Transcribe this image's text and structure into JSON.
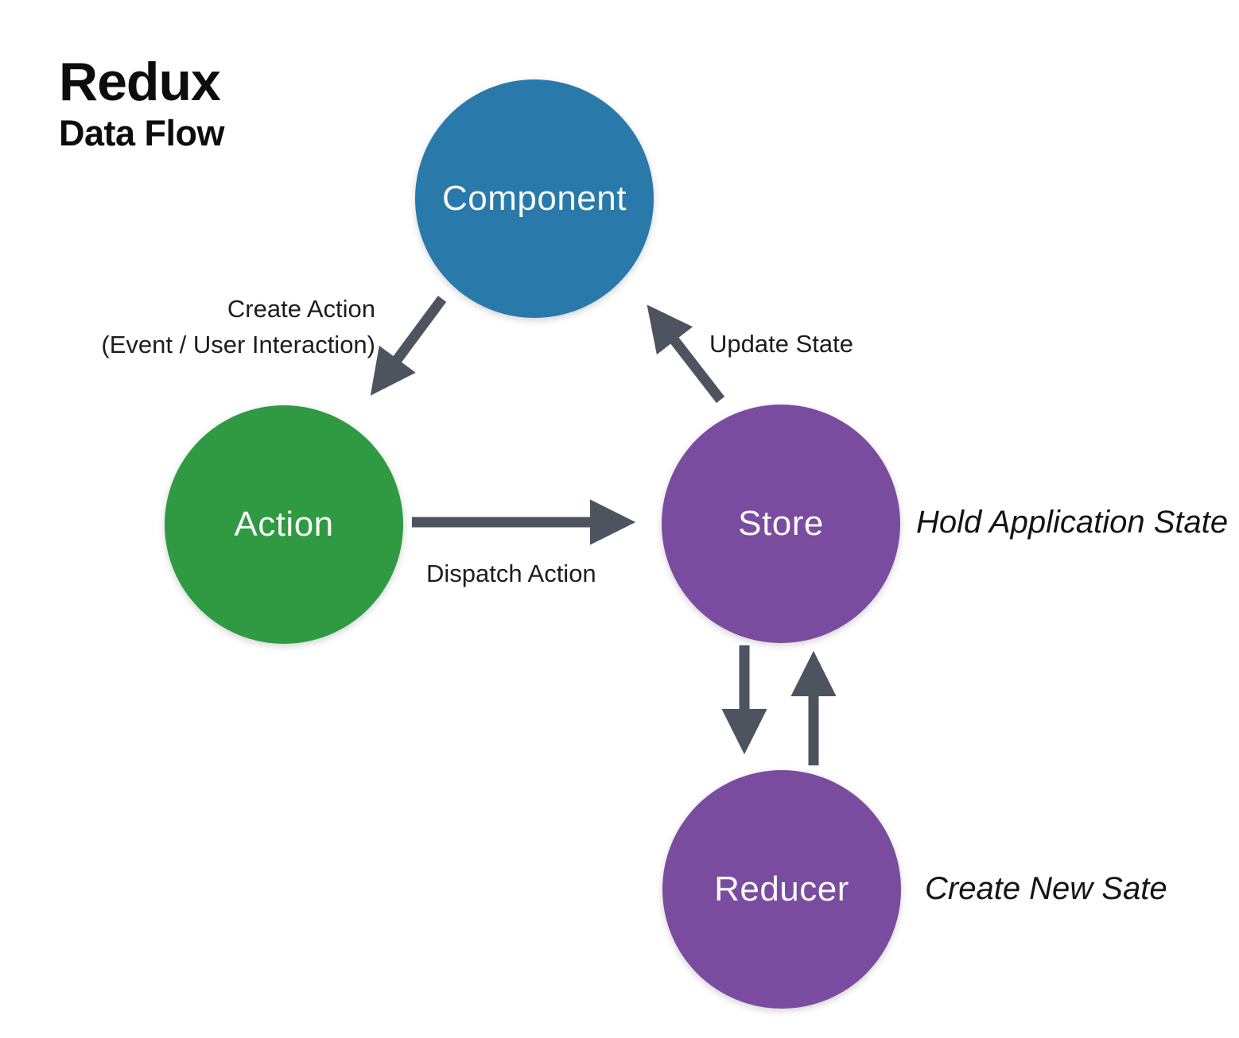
{
  "title": {
    "main": "Redux",
    "subtitle": "Data Flow"
  },
  "nodes": [
    {
      "id": "component",
      "label": "Component",
      "color": "#2979aa",
      "annotation": ""
    },
    {
      "id": "action",
      "label": "Action",
      "color": "#2f9a42",
      "annotation": ""
    },
    {
      "id": "store",
      "label": "Store",
      "color": "#7a4ca0",
      "annotation": "Hold Application State"
    },
    {
      "id": "reducer",
      "label": "Reducer",
      "color": "#7a4ca0",
      "annotation": "Create New Sate"
    }
  ],
  "edges": [
    {
      "from": "component",
      "to": "action",
      "label_line1": "Create Action",
      "label_line2": "(Event / User Interaction)"
    },
    {
      "from": "action",
      "to": "store",
      "label": "Dispatch Action"
    },
    {
      "from": "store",
      "to": "component",
      "label": "Update State"
    },
    {
      "from": "store",
      "to": "reducer",
      "label": ""
    },
    {
      "from": "reducer",
      "to": "store",
      "label": ""
    }
  ],
  "colors": {
    "arrow": "#4d5460",
    "text": "#1d1d1d"
  }
}
